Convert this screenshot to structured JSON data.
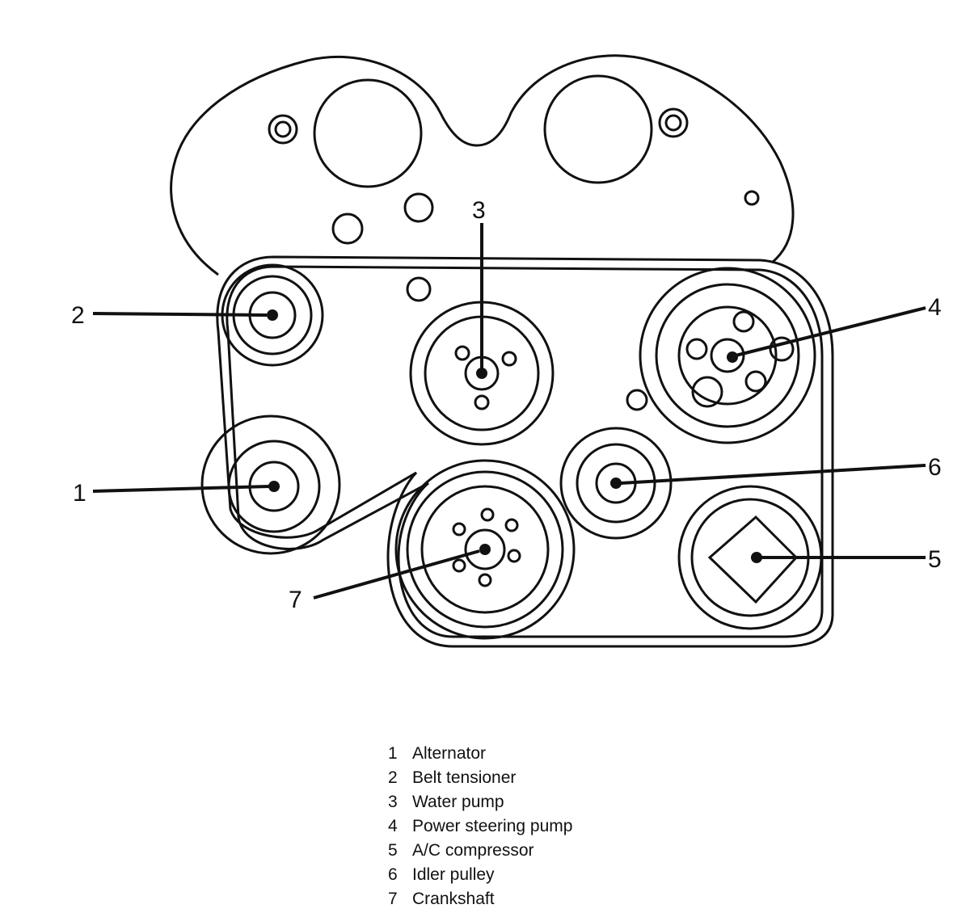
{
  "callouts": {
    "c1": "1",
    "c2": "2",
    "c3": "3",
    "c4": "4",
    "c5": "5",
    "c6": "6",
    "c7": "7"
  },
  "legend": [
    {
      "num": "1",
      "label": "Alternator"
    },
    {
      "num": "2",
      "label": "Belt tensioner"
    },
    {
      "num": "3",
      "label": "Water pump"
    },
    {
      "num": "4",
      "label": "Power steering pump"
    },
    {
      "num": "5",
      "label": "A/C compressor"
    },
    {
      "num": "6",
      "label": "Idler pulley"
    },
    {
      "num": "7",
      "label": "Crankshaft"
    }
  ]
}
